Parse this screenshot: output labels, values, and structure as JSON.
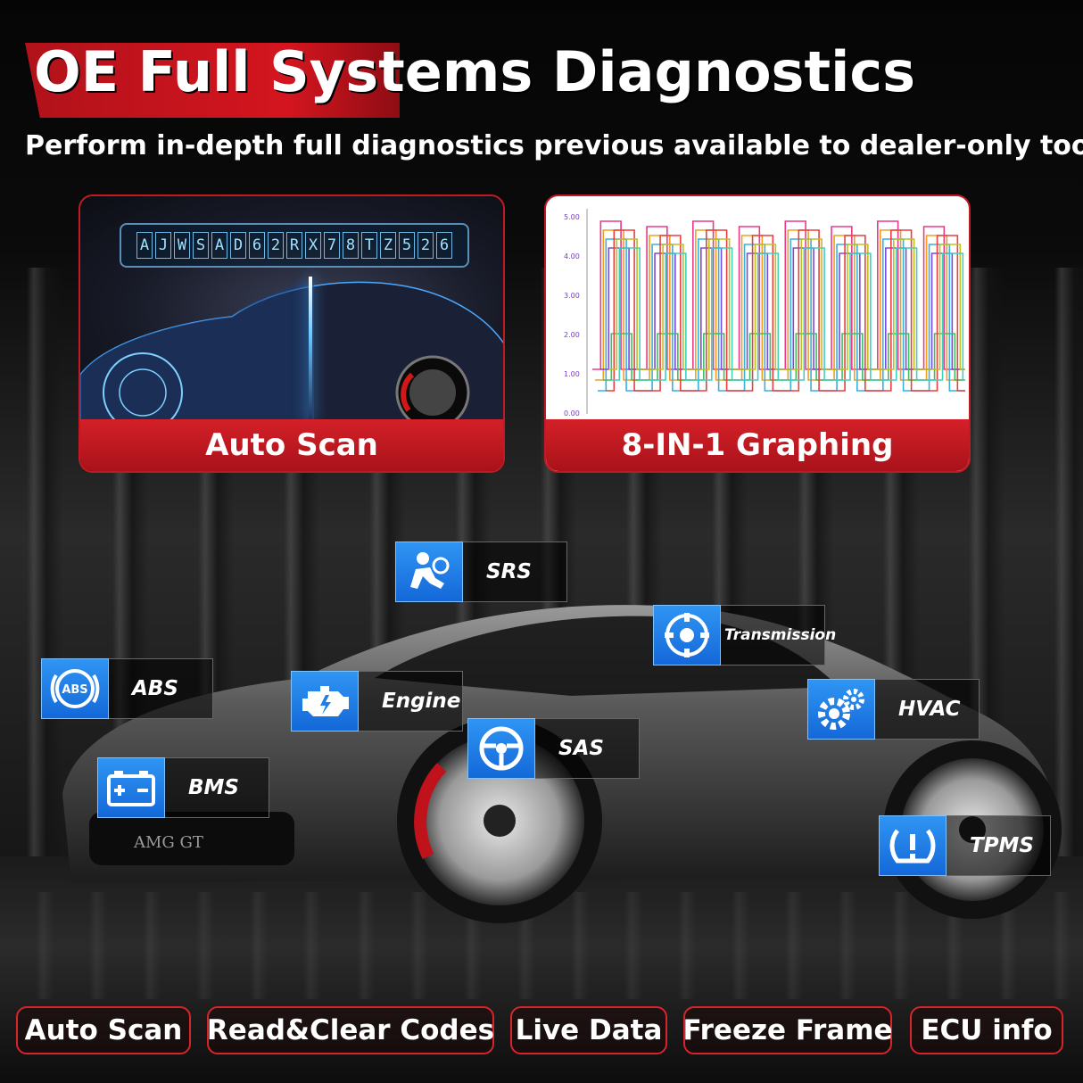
{
  "headline": {
    "title": "OE Full Systems Diagnostics",
    "subtitle": "Perform in-depth full diagnostics previous available to dealer-only tool."
  },
  "panels": {
    "auto_scan": {
      "label": "Auto Scan",
      "vin": [
        "A",
        "J",
        "W",
        "S",
        "A",
        "D",
        "6",
        "2",
        "R",
        "X",
        "7",
        "8",
        "T",
        "Z",
        "5",
        "2",
        "6"
      ]
    },
    "graphing": {
      "label": "8-IN-1 Graphing",
      "axis_labels": [
        "5.00",
        "4.00",
        "3.00",
        "2.00",
        "1.00",
        "0.00"
      ]
    }
  },
  "car": {
    "plate": "AMG GT"
  },
  "systems": {
    "srs": "SRS",
    "transmission": "Transmission",
    "abs": "ABS",
    "engine": "Engine",
    "hvac": "HVAC",
    "sas": "SAS",
    "bms": "BMS",
    "tpms": "TPMS",
    "abs_icon_text": "ABS"
  },
  "features": [
    "Auto Scan",
    "Read&Clear Codes",
    "Live Data",
    "Freeze Frame",
    "ECU info"
  ],
  "colors": {
    "accent_red": "#d4151f",
    "chip_blue": "#1f7fe6",
    "graph_series": [
      "#e83a8a",
      "#f0a020",
      "#3ab0e0",
      "#7a4ad8",
      "#3cc060",
      "#e84040",
      "#c0c020",
      "#40d0c0"
    ]
  }
}
